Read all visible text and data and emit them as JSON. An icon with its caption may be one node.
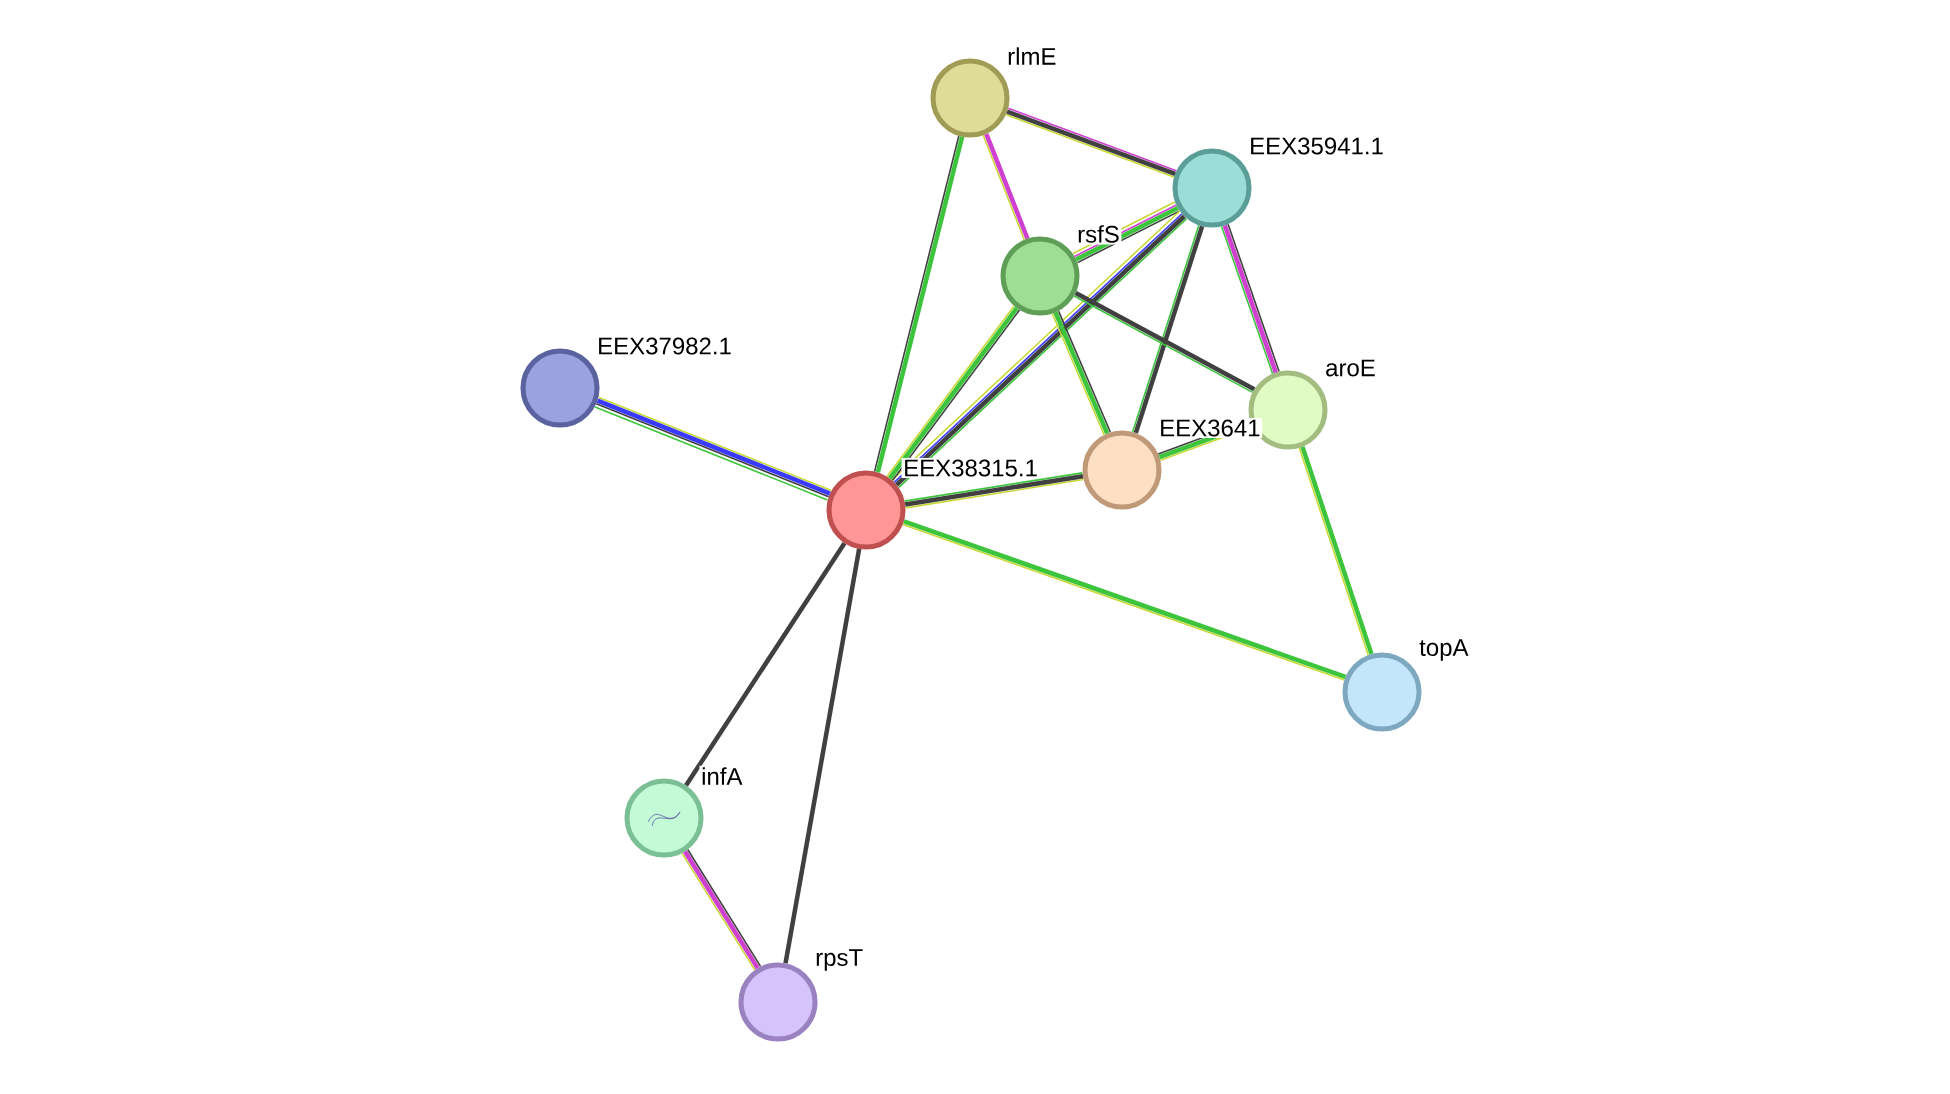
{
  "diagram": {
    "nodes": [
      {
        "text": [
          "rlmE"
        ]
      },
      {
        "text": [
          "EEX35941.1"
        ]
      },
      {
        "text": [
          "rsfS"
        ]
      },
      {
        "text": [
          "EEX37982.1"
        ]
      },
      {
        "text": [
          "aroE"
        ]
      },
      {
        "text": [
          "EEX38315.1"
        ]
      },
      {
        "text": [
          "EEX3641"
        ]
      },
      {
        "text": [
          "topA"
        ]
      },
      {
        "text": [
          "infA"
        ]
      },
      {
        "text": [
          "rpsT"
        ]
      }
    ],
    "edges": [
      {
        "from": 0,
        "to": 1,
        "arrow": "none",
        "color": "#404040"
      },
      {
        "from": 0,
        "to": 2,
        "arrow": "none",
        "color": "#d040d0"
      },
      {
        "from": 0,
        "to": 5,
        "arrow": "none",
        "color": "#3cc43c"
      },
      {
        "from": 1,
        "to": 2,
        "arrow": "none",
        "color": "#3cc43c"
      },
      {
        "from": 1,
        "to": 5,
        "arrow": "none",
        "color": "#404040"
      },
      {
        "from": 1,
        "to": 6,
        "arrow": "none",
        "color": "#404040"
      },
      {
        "from": 1,
        "to": 4,
        "arrow": "none",
        "color": "#d040d0"
      },
      {
        "from": 2,
        "to": 5,
        "arrow": "none",
        "color": "#3cc43c"
      },
      {
        "from": 2,
        "to": 6,
        "arrow": "none",
        "color": "#3cc43c"
      },
      {
        "from": 2,
        "to": 4,
        "arrow": "none",
        "color": "#404040"
      },
      {
        "from": 3,
        "to": 5,
        "arrow": "none",
        "color": "#3a3aff"
      },
      {
        "from": 5,
        "to": 6,
        "arrow": "none",
        "color": "#404040"
      },
      {
        "from": 6,
        "to": 4,
        "arrow": "none",
        "color": "#3cc43c"
      },
      {
        "from": 5,
        "to": 7,
        "arrow": "none",
        "color": "#3cc43c"
      },
      {
        "from": 4,
        "to": 7,
        "arrow": "none",
        "color": "#3cc43c"
      },
      {
        "from": 5,
        "to": 8,
        "arrow": "none",
        "color": "#404040"
      },
      {
        "from": 5,
        "to": 9,
        "arrow": "none",
        "color": "#404040"
      },
      {
        "from": 8,
        "to": 9,
        "arrow": "none",
        "color": "#d040d0"
      }
    ]
  }
}
